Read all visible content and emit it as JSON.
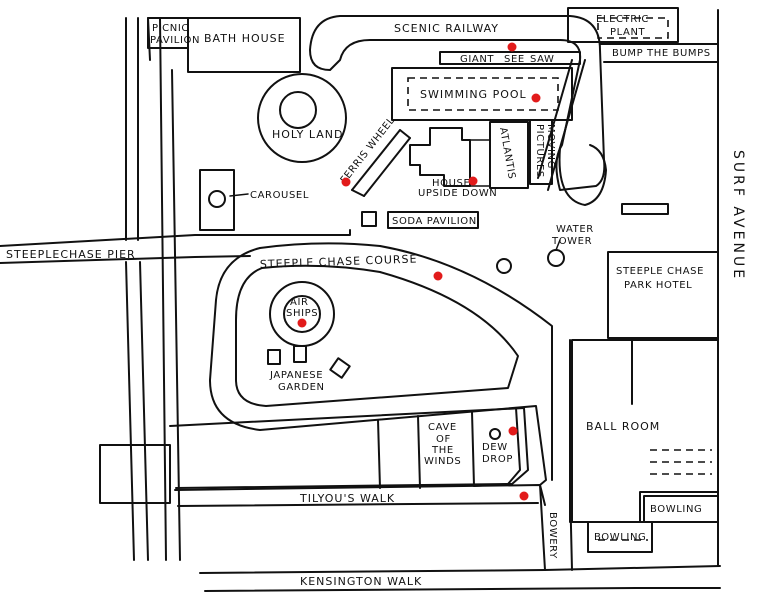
{
  "labels": {
    "picnic_pavilion_1": "PICNIC",
    "picnic_pavilion_2": "PAVILION",
    "bath_house": "BATH HOUSE",
    "scenic_railway": "SCENIC RAILWAY",
    "electric_plant_1": "ELECTRIC",
    "electric_plant_2": "PLANT",
    "bump_the_bumps": "BUMP THE BUMPS",
    "giant_see_saw_1": "GIANT",
    "giant_see_saw_2": "SEE",
    "giant_see_saw_3": "SAW",
    "swimming_pool": "SWIMMING POOL",
    "holy_land": "HOLY LAND",
    "ferris_wheel": "FERRIS WHEEL",
    "atlantis": "ATLANTIS",
    "moving_pictures_1": "MOVING",
    "moving_pictures_2": "PICTURES",
    "house_upside_down_1": "HOUSE",
    "house_upside_down_2": "UPSIDE DOWN",
    "carousel": "CAROUSEL",
    "soda_pavilion": "SODA PAVILION",
    "water_tower_1": "WATER",
    "water_tower_2": "TOWER",
    "surf_avenue": "SURF AVENUE",
    "steeplechase_pier": "STEEPLECHASE PIER",
    "steeple_chase_course": "STEEPLE CHASE COURSE",
    "steeple_chase_park_hotel_1": "STEEPLE CHASE",
    "steeple_chase_park_hotel_2": "PARK HOTEL",
    "air_ships_1": "AIR",
    "air_ships_2": "SHIPS",
    "japanese_garden_1": "JAPANESE",
    "japanese_garden_2": "GARDEN",
    "ball_room": "BALL ROOM",
    "cave_of_the_winds_1": "CAVE",
    "cave_of_the_winds_2": "OF",
    "cave_of_the_winds_3": "THE",
    "cave_of_the_winds_4": "WINDS",
    "dew_drop_1": "DEW",
    "dew_drop_2": "DROP",
    "tilyous_walk": "TILYOU'S WALK",
    "bowery": "BOWERY",
    "bowling_1": "BOWLING",
    "bowling_2": "BOWLING",
    "kensington_walk": "KENSINGTON WALK"
  },
  "markers": {
    "color": "#e21b1b",
    "locations": [
      "giant-see-saw",
      "swimming-pool",
      "ferris-wheel",
      "house-upside-down",
      "steeple-chase-course",
      "air-ships",
      "dew-drop",
      "bowery"
    ]
  }
}
